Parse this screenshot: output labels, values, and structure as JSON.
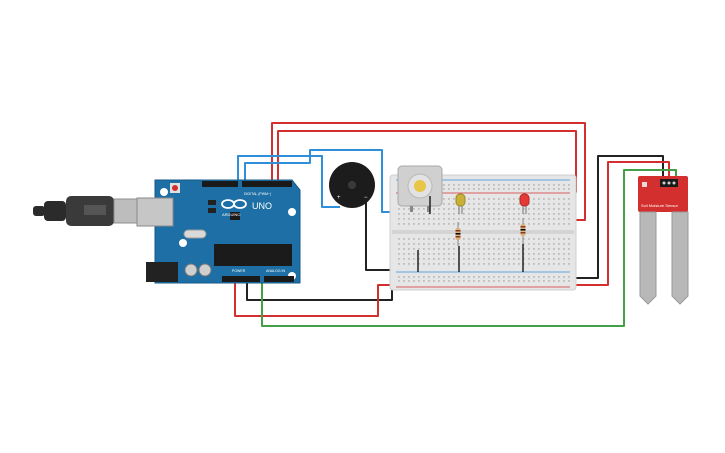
{
  "canvas": {
    "background": "#ffffff"
  },
  "arduino": {
    "logo_text": "UNO",
    "brand_text": "ARDUINO",
    "digital_header_label": "DIGITAL (PWM~)",
    "power_label": "POWER",
    "analog_label": "ANALOG IN",
    "board_color": "#1d6fa5"
  },
  "buzzer": {
    "plus_label": "+",
    "minus_label": "−"
  },
  "sensor": {
    "label": "Soil Moisture Sensor",
    "board_color": "#d32f2f"
  },
  "breadboard": {
    "color": "#e6e6e6"
  },
  "leds": [
    {
      "name": "yellow-led",
      "color": "#c9b037"
    },
    {
      "name": "red-led",
      "color": "#e53935"
    }
  ],
  "wire_colors": {
    "red": "#d32f2f",
    "blue": "#2f8fd8",
    "black": "#222222",
    "green": "#43a047"
  }
}
